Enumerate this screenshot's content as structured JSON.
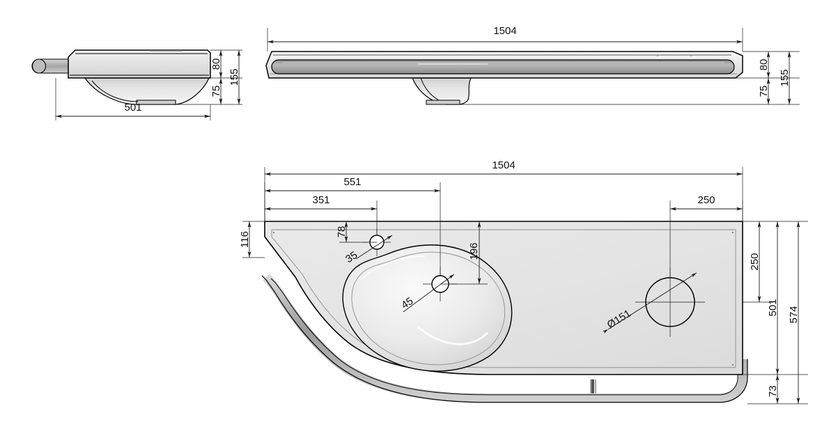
{
  "drawing": {
    "title": "Washbasin technical drawing",
    "units": "mm",
    "background_color": "#ffffff",
    "line_color": "#111111",
    "fill_light": "#e8e8e8",
    "fill_mid": "#d6d6d6",
    "fill_dark": "#9a9a9a"
  },
  "views": {
    "side": {
      "name": "side-view",
      "dimensions": {
        "width_501": "501",
        "top_thickness_80": "80",
        "bowl_depth_75": "75",
        "total_height_155": "155"
      }
    },
    "front": {
      "name": "front-view",
      "dimensions": {
        "length_1504": "1504",
        "top_thickness_80": "80",
        "bowl_depth_75": "75",
        "total_height_155": "155"
      }
    },
    "plan": {
      "name": "plan-view",
      "dimensions": {
        "overall_length_1504": "1504",
        "tap_hole_b_551": "551",
        "tap_hole_a_351": "351",
        "waste_offset_250": "250",
        "left_edge_116": "116",
        "hole_a_from_rear_78": "78",
        "hole_a_dia_35": "35",
        "hole_b_from_rear_196": "196",
        "hole_b_dia_45": "45",
        "circle_dia_151": "Ø151",
        "circle_from_rear_250": "250",
        "depth_501": "501",
        "overall_depth_574": "574",
        "rail_offset_73": "73"
      }
    }
  },
  "labels": {
    "d1504_front": "1504",
    "d80_front": "80",
    "d75_front": "75",
    "d155_front": "155",
    "d501_side": "501",
    "d80_side": "80",
    "d75_side": "75",
    "d155_side": "155",
    "d1504_plan": "1504",
    "d551": "551",
    "d351": "351",
    "d250_top": "250",
    "d116": "116",
    "d78": "78",
    "d35": "35",
    "d196": "196",
    "d45": "45",
    "ddia151": "Ø151",
    "d250_right": "250",
    "d501_right": "501",
    "d574_right": "574",
    "d73_right": "73"
  }
}
